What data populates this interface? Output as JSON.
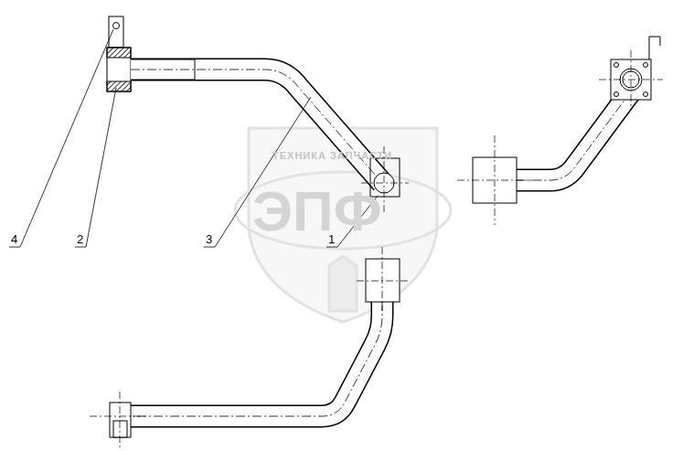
{
  "diagram": {
    "labels": [
      "4",
      "2",
      "3",
      "1",
      "ТЕХНИКА ЗАПЧАСТИ",
      "ЭПФ"
    ]
  }
}
